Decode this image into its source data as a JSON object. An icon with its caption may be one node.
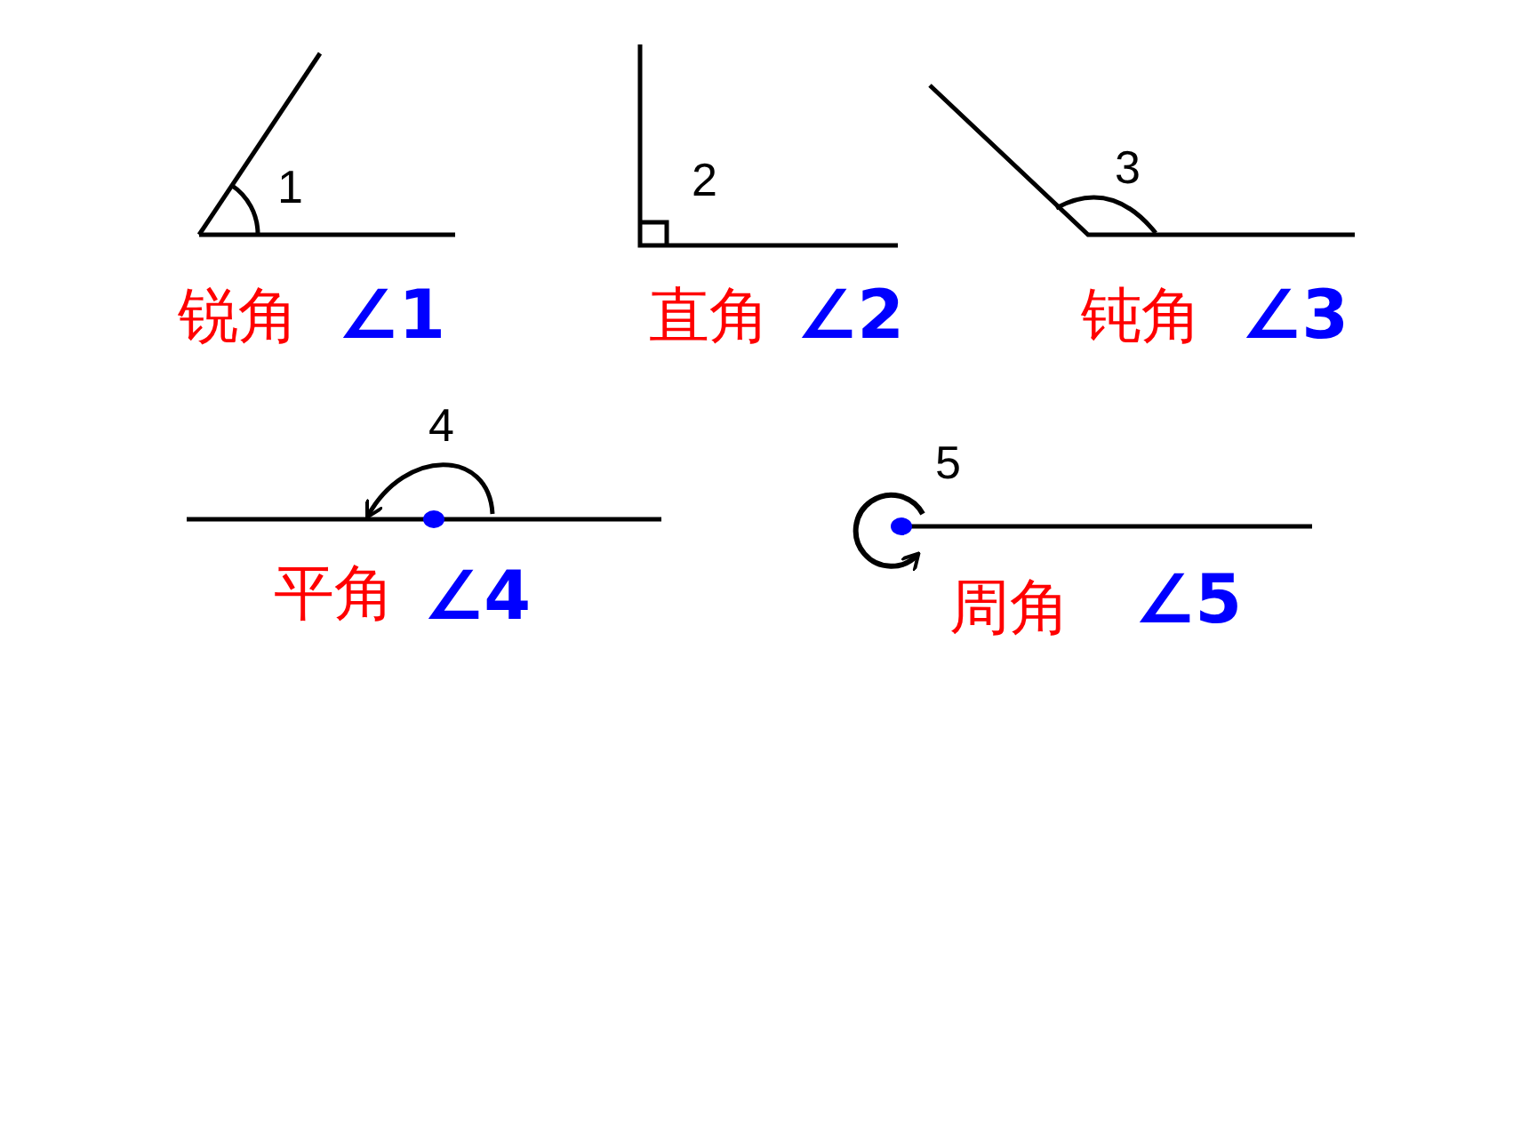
{
  "diagram": {
    "labels": [
      "1",
      "锐角",
      "∠1",
      "2",
      "直角",
      "∠2",
      "3",
      "钝角",
      "∠3",
      "4",
      "平角",
      "∠4",
      "5",
      "周角",
      "∠5"
    ]
  }
}
